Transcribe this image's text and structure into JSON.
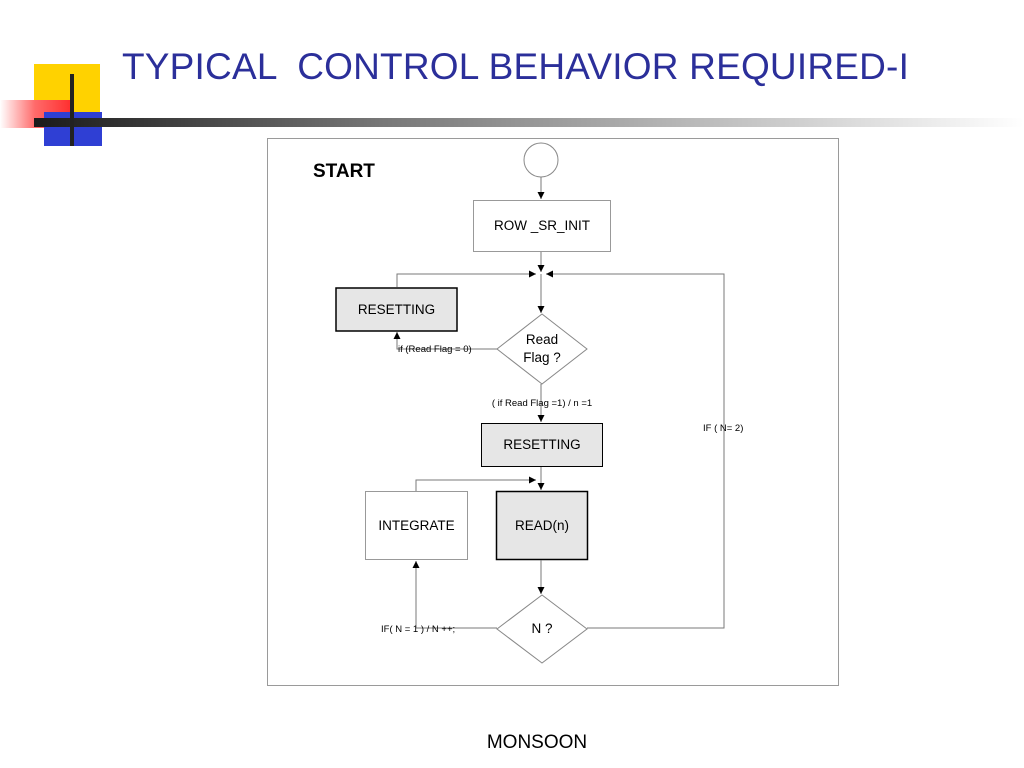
{
  "slide": {
    "title": "TYPICAL  CONTROL BEHAVIOR REQUIRED-I",
    "footer": "MONSOON",
    "title_color": "#2b2f9a"
  },
  "diagram": {
    "start_label": "START",
    "nodes": {
      "init": "ROW _SR_INIT",
      "resetting_left": "RESETTING",
      "read_flag_line1": "Read",
      "read_flag_line2": "Flag ?",
      "resetting_center": "RESETTING",
      "integrate": "INTEGRATE",
      "read": "READ(n)",
      "n_check": "N ?"
    },
    "edges": {
      "flag_zero": "if (Read Flag = 0)",
      "flag_one": "( if  Read Flag =1) / n =1",
      "n_two": "IF ( N= 2)",
      "n_one": "IF( N = 1 ) / N ++;"
    }
  }
}
